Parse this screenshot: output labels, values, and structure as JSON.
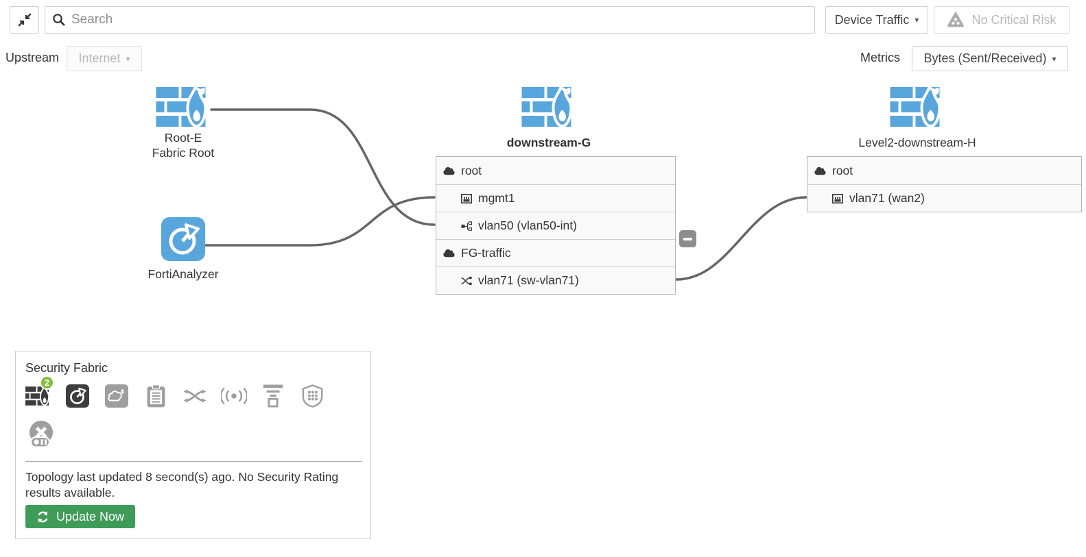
{
  "topbar": {
    "search_placeholder": "Search",
    "traffic_dropdown": "Device Traffic",
    "risk_status": "No Critical Risk"
  },
  "filters": {
    "upstream_label": "Upstream",
    "upstream_value": "Internet",
    "metrics_label": "Metrics",
    "metrics_value": "Bytes (Sent/Received)"
  },
  "topology": {
    "root_node": {
      "name": "Root-E",
      "role": "Fabric Root"
    },
    "analyzer": {
      "name": "FortiAnalyzer"
    },
    "downstream": {
      "name": "downstream-G",
      "rows": [
        {
          "icon": "vdom-cloud-icon",
          "label": "root"
        },
        {
          "icon": "ethernet-port-icon",
          "label": "mgmt1"
        },
        {
          "icon": "vlan-interface-icon",
          "label": "vlan50 (vlan50-int)"
        },
        {
          "icon": "vdom-cloud-icon",
          "label": "FG-traffic"
        },
        {
          "icon": "software-switch-icon",
          "label": "vlan71 (sw-vlan71)"
        }
      ]
    },
    "level2": {
      "name": "Level2-downstream-H",
      "rows": [
        {
          "icon": "vdom-cloud-icon",
          "label": "root"
        },
        {
          "icon": "ethernet-port-icon",
          "label": "vlan71 (wan2)"
        }
      ]
    }
  },
  "fabric_panel": {
    "title": "Security Fabric",
    "badge_count": "2",
    "icons": [
      "fortigate-firewall",
      "fortianalyzer",
      "fortisandbox-cloud",
      "fortimanager-clipboard",
      "fortiswitch-arrows",
      "fortiap-wireless",
      "signal-stack-device",
      "endpoint-shield",
      "disabled-device-toggle"
    ],
    "status_text": "Topology last updated 8 second(s) ago. No Security Rating results available.",
    "update_button": "Update Now"
  },
  "colors": {
    "brand_blue": "#58a6dc",
    "badge_green": "#84bd3a",
    "button_green": "#3f9b58",
    "connector_gray": "#666666"
  }
}
